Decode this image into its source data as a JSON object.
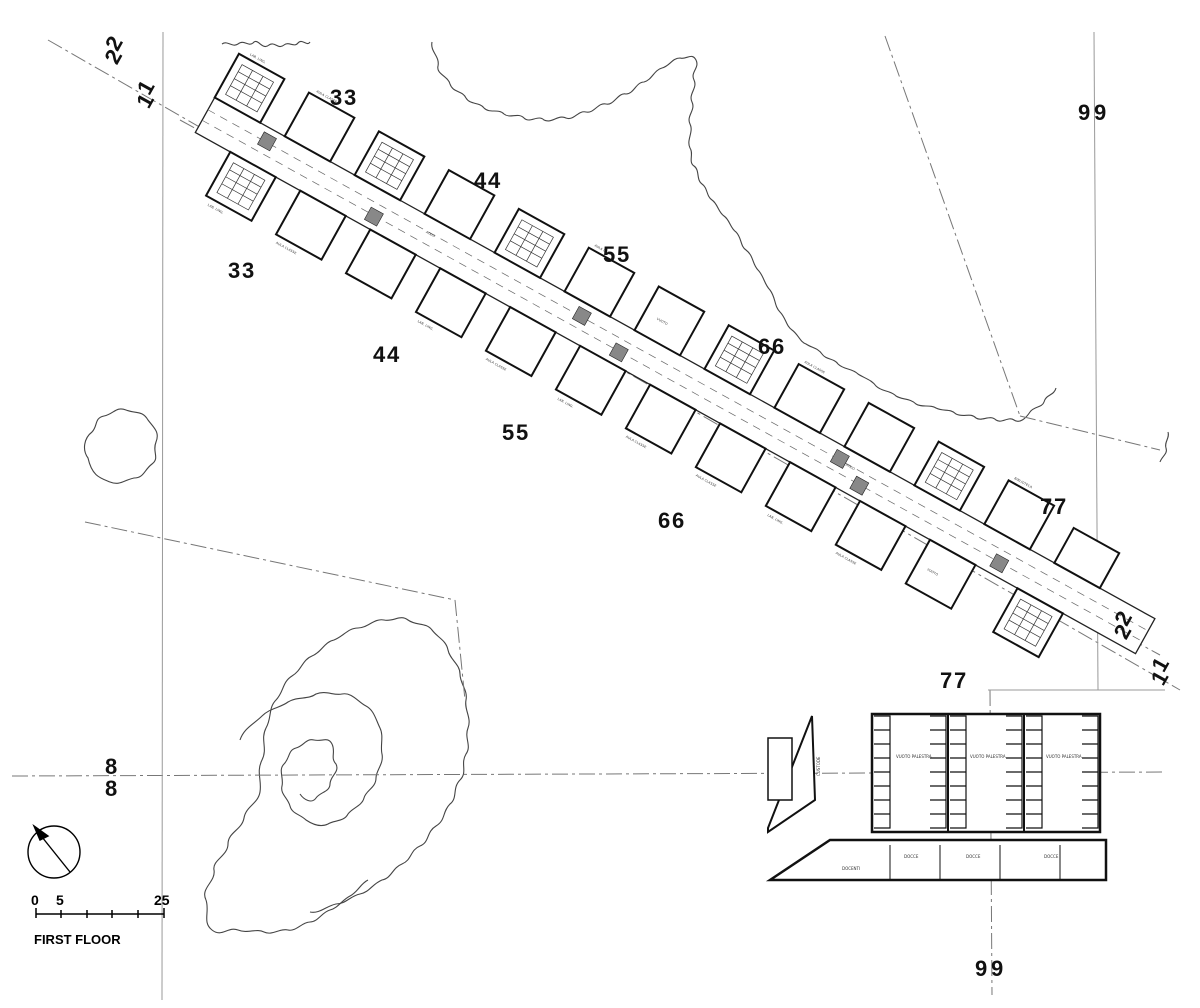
{
  "section_markers": {
    "s2_top": "2",
    "s1_top": "1",
    "s3_top": "3",
    "s3_bottom": "3",
    "s4_top": "4",
    "s4_bottom": "4",
    "s5_top": "5",
    "s5_bottom": "5",
    "s6_top": "6",
    "s6_bottom": "6",
    "s7_top": "7",
    "s7_bottom": "7",
    "s2_bottom": "2",
    "s1_bottom": "1",
    "s8_left": "8",
    "s9_top": "9",
    "s9_bottom": "9"
  },
  "room_labels": {
    "lab": "LAB. LING.",
    "aula": "AULA CLASSE",
    "atrio": "ATRIO",
    "vuoto": "VUOTO",
    "biblioteca": "BIBLIOTECA",
    "vuoto_palestra": "VUOTO PALESTRA",
    "docce": "DOCCE",
    "docenti": "DOCENTI",
    "custode": "CUSTODE"
  },
  "scale_bar": {
    "tick_0": "0",
    "tick_5": "5",
    "tick_25": "25"
  },
  "caption": "FIRST FLOOR",
  "north_arrow": "north-arrow-icon"
}
